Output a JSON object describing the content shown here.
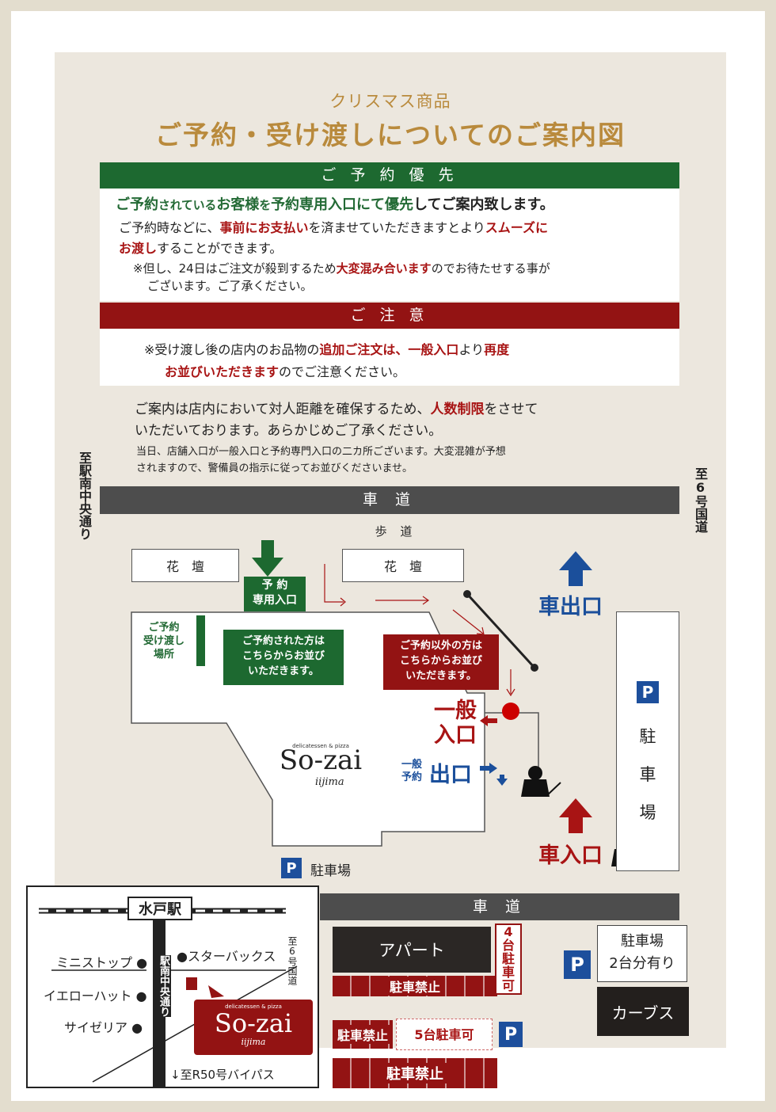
{
  "header": {
    "subtitle": "クリスマス商品",
    "title": "ご予約・受け渡しについてのご案内図"
  },
  "priority": {
    "bar": "ご 予 約 優 先",
    "line1": [
      {
        "t": "ご予約",
        "c": "green"
      },
      {
        "t": "されている",
        "c": "green-s"
      },
      {
        "t": "お客様",
        "c": "green"
      },
      {
        "t": "を",
        "c": "green-s"
      },
      {
        "t": "予約専用入口にて優先",
        "c": "green"
      },
      {
        "t": "してご案内致します。",
        "c": ""
      }
    ],
    "line2": [
      {
        "t": "ご予約時などに、",
        "c": ""
      },
      {
        "t": "事前にお支払い",
        "c": "red"
      },
      {
        "t": "を済ませていただきますとより",
        "c": ""
      },
      {
        "t": "スムーズに",
        "c": "red"
      }
    ],
    "line3": [
      {
        "t": "お渡し",
        "c": "red"
      },
      {
        "t": "することができます。",
        "c": ""
      }
    ],
    "line4": [
      {
        "t": "※但し、24日はご注文が殺到するため",
        "c": ""
      },
      {
        "t": "大変混み合います",
        "c": "red"
      },
      {
        "t": "のでお待たせする事が",
        "c": ""
      }
    ],
    "line5": "ございます。ご了承ください。"
  },
  "caution": {
    "bar": "ご 注 意",
    "line1": [
      {
        "t": "※受け渡し後の店内のお品物の",
        "c": ""
      },
      {
        "t": "追加ご注文は、一般入口",
        "c": "red"
      },
      {
        "t": "より",
        "c": ""
      },
      {
        "t": "再度",
        "c": "red"
      }
    ],
    "line2": [
      {
        "t": "お並びいただきます",
        "c": "red"
      },
      {
        "t": "のでご注意ください。",
        "c": ""
      }
    ]
  },
  "notice": {
    "line1": [
      {
        "t": "ご案内は店内において対人距離を確保するため、",
        "c": ""
      },
      {
        "t": "人数制限",
        "c": "red"
      },
      {
        "t": "をさせて",
        "c": ""
      }
    ],
    "line2": "いただいております。あらかじめご了承ください。",
    "line3": "当日、店舗入口が一般入口と予約専門入口の二カ所ございます。大変混雑が予想",
    "line4": "されますので、警備員の指示に従ってお並びくださいませ。"
  },
  "map": {
    "left_street": "至駅南中央通り",
    "right_street": "至6号国道",
    "road_top": "車 道",
    "sidewalk": "歩 道",
    "planter_left": "花　壇",
    "planter_right": "花　壇",
    "reserve_entrance": "予 約\n専用入口",
    "reserve_pickup": "ご予約\n受け渡し\n場所",
    "reserve_callout": "ご予約された方は\nこちらからお並び\nいただきます。",
    "general_callout": "ご予約以外の方は\nこちらからお並び\nいただきます。",
    "car_exit": "車出口",
    "car_entrance": "車入口",
    "general_entrance": "一般\n入口",
    "exit_small": "一般\n予約",
    "exit": "出口",
    "parking_right": "駐\n車\n場",
    "parking_bottom": "駐車場",
    "road_bottom": "車 道",
    "p": "P"
  },
  "logo": {
    "small": "delicatessen & pizza",
    "main": "So-zai",
    "script": "iijima"
  },
  "lots": {
    "apart": "アパート",
    "no_park1": "駐車禁止",
    "four_ok": "4\n台\n駐\n車\n可",
    "no_park2": "駐車禁止",
    "five_ok": "5台駐車可",
    "no_park3": "駐車禁止",
    "parking2": "駐車場\n2台分有り",
    "curves": "カーブス"
  },
  "inset": {
    "station": "水戸駅",
    "ministop": "ミニストップ",
    "starbucks": "●スターバックス",
    "yellowhat": "イエローハット",
    "saizeriya": "サイゼリア",
    "street": "駅南中央通り",
    "route6": "至6号国道",
    "bypass": "↓至R50号バイパス"
  },
  "colors": {
    "green": "#1d6930",
    "red": "#931313",
    "blue": "#1b4f9b",
    "grey": "#4d4d4d",
    "gold": "#b98a3c"
  }
}
